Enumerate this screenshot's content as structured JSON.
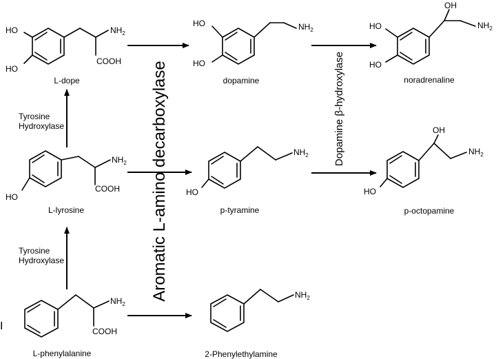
{
  "compounds": {
    "l_dope": {
      "name": "L-dope",
      "oh1": "HO",
      "oh2": "HO",
      "amine": "NH",
      "amine_sub": "2",
      "acid": "COOH"
    },
    "dopamine": {
      "name": "dopamine",
      "oh1": "HO",
      "oh2": "HO",
      "amine": "NH",
      "amine_sub": "2"
    },
    "noradrenaline": {
      "name": "noradrenaline",
      "oh1": "HO",
      "oh2": "HO",
      "side_oh": "OH",
      "amine": "NH",
      "amine_sub": "2"
    },
    "l_tyrosine": {
      "name": "L-lyrosine",
      "oh": "HO",
      "amine": "NH",
      "amine_sub": "2",
      "acid": "COOH"
    },
    "p_tyramine": {
      "name": "p-tyramine",
      "oh": "HO",
      "amine": "NH",
      "amine_sub": "2"
    },
    "p_octopamine": {
      "name": "p-octopamine",
      "oh": "HO",
      "side_oh": "OH",
      "amine": "NH",
      "amine_sub": "2"
    },
    "l_phenylalanine": {
      "name": "L-phenylalanine",
      "amine": "NH",
      "amine_sub": "2",
      "acid": "COOH"
    },
    "phenylethylamine": {
      "name": "2-Phenylethylamine",
      "amine": "NH",
      "amine_sub": "2"
    }
  },
  "enzymes": {
    "tyrosine_hydroxylase_upper": {
      "line1": "Tyrosine",
      "line2": "Hydroxylase"
    },
    "tyrosine_hydroxylase_lower": {
      "line1": "Tyrosine",
      "line2": "Hydroxylase"
    },
    "decarboxylase": "Aromatic L-amino decarboxylase",
    "beta_hydroxylase": "Dopamine β-hydroxylase"
  },
  "margin_mark": "I"
}
